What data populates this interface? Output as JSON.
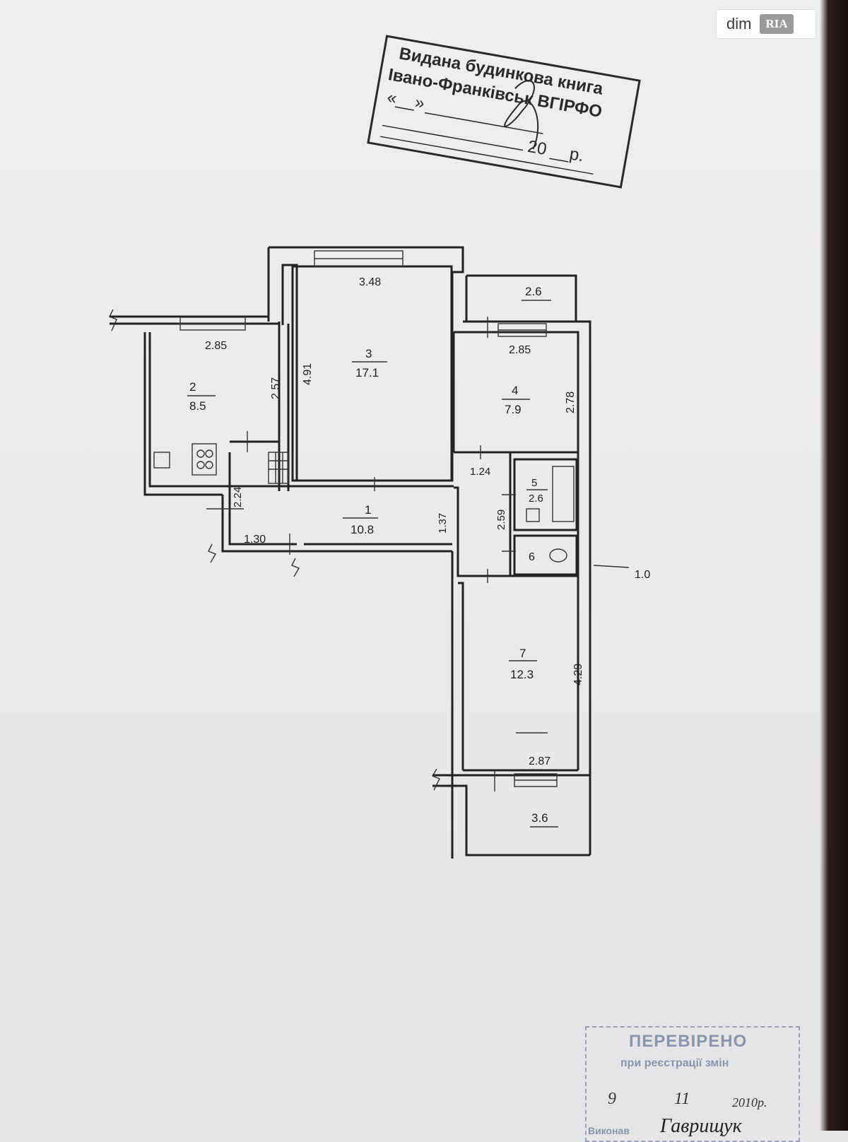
{
  "watermark": {
    "brand_left": "dim",
    "brand_right": "RIA"
  },
  "stamp_top": {
    "line1": "Видана будинкова книга",
    "line2": "Івано-Франківськ ВГІРФО",
    "line3": "«__»",
    "line4": "20 __р."
  },
  "stamp_bottom": {
    "title": "ПЕРЕВІРЕНО",
    "subtitle": "при реєстрації змін",
    "day": "9",
    "month": "11",
    "year": "2010р.",
    "executor_label": "Виконав",
    "signature": "Гаврищук"
  },
  "rooms": [
    {
      "number": "1",
      "area": "10.8"
    },
    {
      "number": "2",
      "area": "8.5"
    },
    {
      "number": "3",
      "area": "17.1"
    },
    {
      "number": "4",
      "area": "7.9"
    },
    {
      "number": "5",
      "area": "2.6"
    },
    {
      "number": "6",
      "area": ""
    },
    {
      "number": "7",
      "area": "12.3"
    }
  ],
  "balconies": [
    "2.6",
    "3.6"
  ],
  "dimensions": {
    "room3_width": "3.48",
    "room3_height": "4.91",
    "room2_width": "2.85",
    "room2_height": "2.57",
    "room4_width": "2.85",
    "room4_height": "2.78",
    "corridor_a": "2.24",
    "corridor_b": "1.30",
    "corridor_c": "1.37",
    "corridor_d": "2.59",
    "bath_width": "1.24",
    "room7_height": "4.29",
    "room7_width": "2.87",
    "outer_wall": "1.0"
  }
}
